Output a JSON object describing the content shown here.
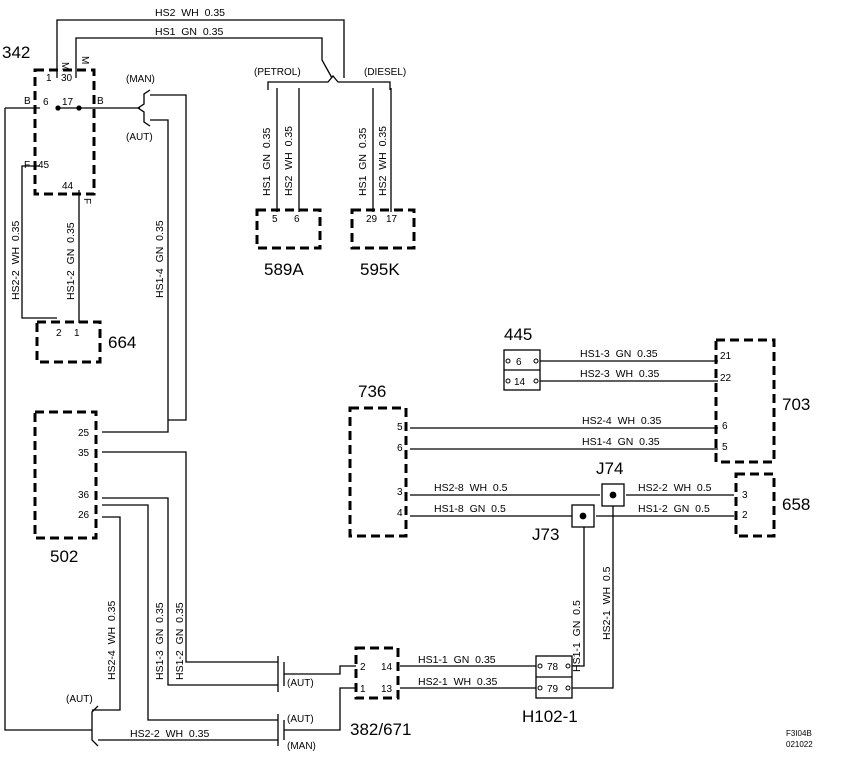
{
  "components": {
    "c342": "342",
    "c589a": "589A",
    "c595k": "595K",
    "c664": "664",
    "c445": "445",
    "c703": "703",
    "c736": "736",
    "c658": "658",
    "c502": "502",
    "c382": "382/671",
    "h102": "H102-1",
    "j73": "J73",
    "j74": "J74"
  },
  "pins": {
    "p342_1": "1",
    "p342_30": "30",
    "p342_6": "6",
    "p342_17": "17",
    "p342_45": "45",
    "p342_44": "44",
    "p589_5": "5",
    "p589_6": "6",
    "p595_29": "29",
    "p595_17": "17",
    "p664_2": "2",
    "p664_1": "1",
    "p445_6": "6",
    "p445_14": "14",
    "p703_21": "21",
    "p703_22": "22",
    "p703_6": "6",
    "p703_5": "5",
    "p736_5": "5",
    "p736_6": "6",
    "p736_3": "3",
    "p736_4": "4",
    "p658_3": "3",
    "p658_2": "2",
    "p502_25": "25",
    "p502_35": "35",
    "p502_36": "36",
    "p502_26": "26",
    "p382_2": "2",
    "p382_1": "1",
    "p382_14": "14",
    "p382_13": "13",
    "ph_78": "78",
    "ph_79": "79"
  },
  "wire_colors": {
    "m1": "M",
    "m2": "M",
    "b1": "B",
    "b2": "B",
    "f1": "F",
    "f2": "F"
  },
  "wires": {
    "hs2_top": "HS2  WH  0.35",
    "hs1_top": "HS1  GN  0.35",
    "hs1_589": "HS1  GN  0.35",
    "hs2_589": "HS2  WH  0.35",
    "hs1_595": "HS1  GN  0.35",
    "hs2_595": "HS2  WH  0.35",
    "hs2_2": "HS2-2  WH  0.35",
    "hs1_2": "HS1-2  GN  0.35",
    "hs1_4": "HS1-4  GN  0.35",
    "hs1_3_top": "HS1-3  GN  0.35",
    "hs2_3_top": "HS2-3  WH  0.35",
    "hs2_4_r": "HS2-4  WH  0.35",
    "hs1_4_r": "HS1-4  GN  0.35",
    "hs2_8": "HS2-8  WH  0.5",
    "hs1_8": "HS1-8  GN  0.5",
    "hs2_2_r": "HS2-2  WH  0.5",
    "hs1_2_r": "HS1-2  GN  0.5",
    "hs1_1_v": "HS1-1  GN  0.5",
    "hs2_1_v": "HS2-1  WH  0.5",
    "hs2_4_l": "HS2-4  WH  0.35",
    "hs1_3_l": "HS1-3  GN  0.35",
    "hs1_2_l": "HS1-2  GN  0.35",
    "hs1_1_h": "HS1-1  GN  0.35",
    "hs2_1_h": "HS2-1  WH  0.35",
    "hs2_2_bot": "HS2-2  WH  0.35"
  },
  "variants": {
    "man1": "(MAN)",
    "aut1": "(AUT)",
    "petrol": "(PETROL)",
    "diesel": "(DIESEL)",
    "aut2": "(AUT)",
    "aut3": "(AUT)",
    "aut4": "(AUT)",
    "man2": "(MAN)"
  },
  "footer": {
    "code": "F3I04B",
    "date": "021022"
  }
}
